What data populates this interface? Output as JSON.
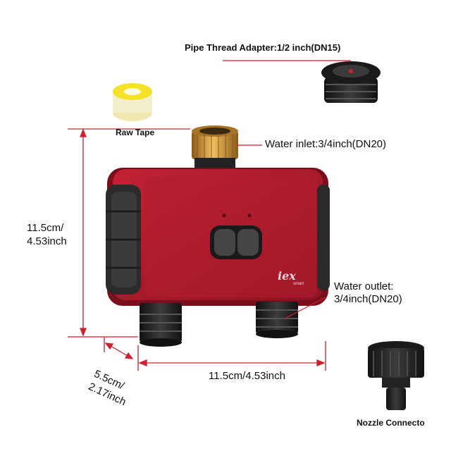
{
  "labels": {
    "adapter": "Pipe Thread Adapter:1/2 inch(DN15)",
    "raw_tape": "Raw Tape",
    "water_inlet": "Water inlet:3/4inch(DN20)",
    "height_cm": "11.5cm/",
    "height_inch": "4.53inch",
    "water_outlet_1": "Water outlet:",
    "water_outlet_2": "3/4inch(DN20)",
    "depth_cm": "5.5cm/",
    "depth_inch": "2.17inch",
    "width": "11.5cm/4.53inch",
    "nozzle": "Nozzle Connecto",
    "brand": "iex",
    "brand_sub": "smart"
  },
  "colors": {
    "body_red": "#a8192a",
    "body_dark_red": "#7a0f1b",
    "rubber": "#2b2b2b",
    "brass": "#c8963c",
    "guide_red": "#d02030",
    "tape_yellow": "#f4e22a"
  }
}
